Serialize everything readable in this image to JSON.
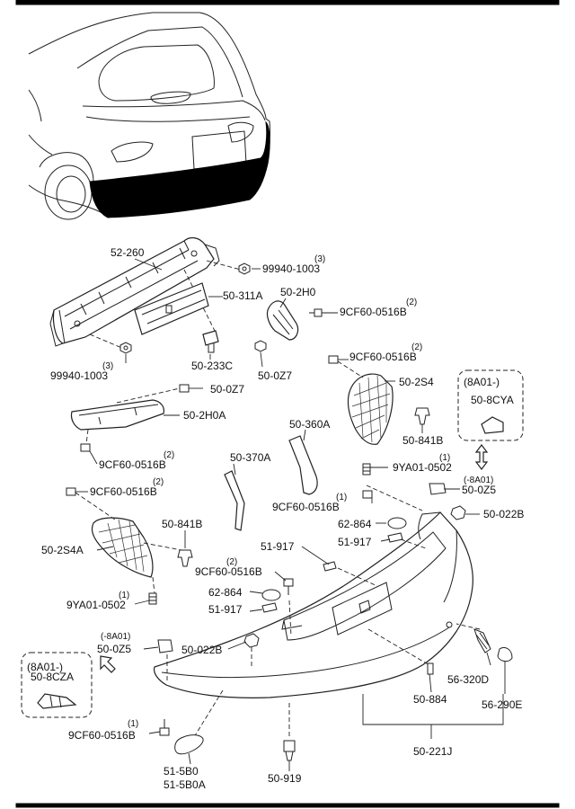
{
  "callouts": [
    {
      "id": "52-260",
      "label": "52-260"
    },
    {
      "id": "99940-1003-a",
      "label": "99940-1003",
      "qty": "(3)"
    },
    {
      "id": "50-311A",
      "label": "50-311A"
    },
    {
      "id": "50-2H0",
      "label": "50-2H0"
    },
    {
      "id": "9CF60-0516B-a",
      "label": "9CF60-0516B",
      "qty": "(2)"
    },
    {
      "id": "99940-1003-b",
      "label": "99940-1003",
      "qty": "(3)"
    },
    {
      "id": "50-233C",
      "label": "50-233C"
    },
    {
      "id": "50-0Z7-a",
      "label": "50-0Z7"
    },
    {
      "id": "9CF60-0516B-b",
      "label": "9CF60-0516B",
      "qty": "(2)"
    },
    {
      "id": "50-0Z7-b",
      "label": "50-0Z7"
    },
    {
      "id": "50-2S4",
      "label": "50-2S4"
    },
    {
      "id": "50-2H0A",
      "label": "50-2H0A"
    },
    {
      "id": "50-360A",
      "label": "50-360A"
    },
    {
      "id": "50-841B-a",
      "label": "50-841B"
    },
    {
      "id": "9CF60-0516B-c",
      "label": "9CF60-0516B",
      "qty": "(2)"
    },
    {
      "id": "50-370A",
      "label": "50-370A"
    },
    {
      "id": "9YA01-0502-a",
      "label": "9YA01-0502",
      "qty": "(1)"
    },
    {
      "id": "50-0Z5-a",
      "label": "50-0Z5",
      "qty": "(-8A01)"
    },
    {
      "id": "9CF60-0516B-d",
      "label": "9CF60-0516B",
      "qty": "(2)"
    },
    {
      "id": "9CF60-0516B-e",
      "label": "9CF60-0516B",
      "qty": "(1)"
    },
    {
      "id": "50-022B-a",
      "label": "50-022B"
    },
    {
      "id": "50-841B-b",
      "label": "50-841B"
    },
    {
      "id": "62-864-a",
      "label": "62-864"
    },
    {
      "id": "51-917-a",
      "label": "51-917"
    },
    {
      "id": "50-2S4A",
      "label": "50-2S4A"
    },
    {
      "id": "51-917-b",
      "label": "51-917"
    },
    {
      "id": "9CF60-0516B-f",
      "label": "9CF60-0516B",
      "qty": "(2)"
    },
    {
      "id": "62-864-b",
      "label": "62-864"
    },
    {
      "id": "9YA01-0502-b",
      "label": "9YA01-0502",
      "qty": "(1)"
    },
    {
      "id": "51-917-c",
      "label": "51-917"
    },
    {
      "id": "50-0Z5-b",
      "label": "50-0Z5",
      "qty": "(-8A01)"
    },
    {
      "id": "50-022B-b",
      "label": "50-022B"
    },
    {
      "id": "56-320D",
      "label": "56-320D"
    },
    {
      "id": "50-884",
      "label": "50-884"
    },
    {
      "id": "56-290E",
      "label": "56-290E"
    },
    {
      "id": "9CF60-0516B-g",
      "label": "9CF60-0516B",
      "qty": "(1)"
    },
    {
      "id": "51-5B0",
      "label": "51-5B0"
    },
    {
      "id": "51-5B0A",
      "label": "51-5B0A"
    },
    {
      "id": "50-221J",
      "label": "50-221J"
    },
    {
      "id": "50-919",
      "label": "50-919"
    }
  ],
  "detail_boxes": [
    {
      "id": "box-right",
      "variant": "(8A01-)",
      "part": "50-8CYA"
    },
    {
      "id": "box-left",
      "variant": "(8A01-)",
      "part": "50-8CZA"
    }
  ]
}
